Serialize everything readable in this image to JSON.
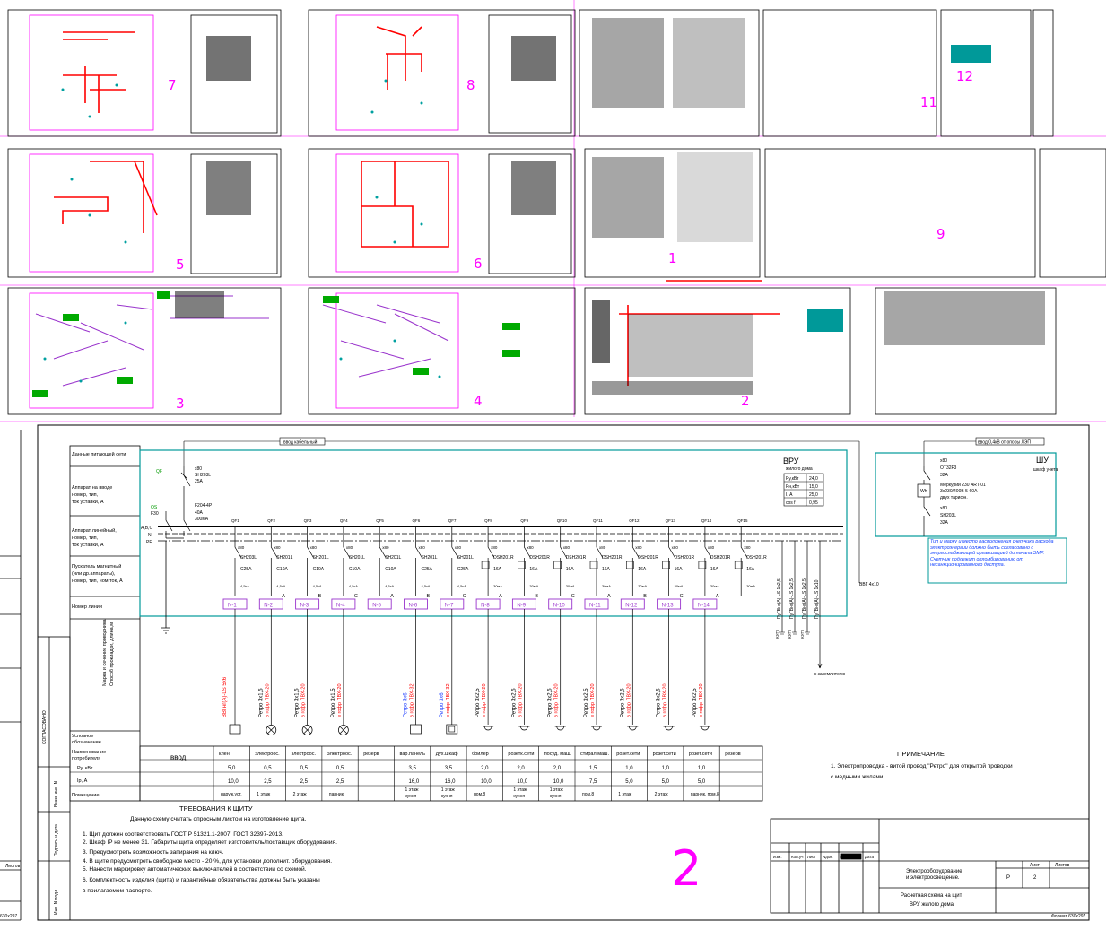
{
  "sheet_numbers": [
    "7",
    "8",
    "11",
    "12",
    "5",
    "6",
    "1",
    "9",
    "3",
    "4",
    "2"
  ],
  "big_sheet_number": "2",
  "colors": {
    "magenta": "#ff00ff",
    "red": "#ff0000",
    "cyan": "#00a0a0",
    "teal": "#009999",
    "blue": "#2040ff",
    "purple": "#9933cc",
    "green": "#00aa00"
  },
  "left_labels": {
    "supply_data": "Данные питающей сети",
    "input_device": [
      "Аппарат на вводе",
      "номер, тип,",
      "ток уставки, А"
    ],
    "line_device": [
      "Аппарат линейный,",
      "номер, тип,",
      "ток уставки, А"
    ],
    "starter": [
      "Пускатель магнитный",
      "(или др.аппараты),",
      "номер, тип, ном.ток, А"
    ],
    "line_number": "Номер линии",
    "cable_brand": [
      "Марка и сечение проводника",
      "Способ прокладки, длина,м"
    ],
    "designation": [
      "Условное",
      "обозначение"
    ],
    "consumer_name": [
      "Наименование",
      "потребителя"
    ],
    "room": "Помещение",
    "input": "ввод",
    "agreed": "СОГЛАСОВАНО",
    "inv_no": "Взам. инв. N",
    "sign_date": "Подпись и дата",
    "inv_orig": "Инв. N подл."
  },
  "power_rows": {
    "pu": "Ру, кВт",
    "ip": "Iр, А"
  },
  "top_labels": {
    "cable_input": "ввод кабельный",
    "overhead_input": "ввод 0,4кВ от опоры ЛЭП"
  },
  "vru": {
    "title": "ВРУ",
    "subtitle": "жилого дома",
    "params": [
      {
        "k": "Ру,кВт",
        "v": "24,0"
      },
      {
        "k": "Рн,кВт",
        "v": "15,0"
      },
      {
        "k": "I, А",
        "v": "25,0"
      },
      {
        "k": "cos f",
        "v": "0,95"
      }
    ],
    "qf_main": [
      "QF",
      "x80",
      "SH203L",
      "25A"
    ],
    "rcd_main": [
      "F204-4P",
      "40A",
      "300мА"
    ],
    "qf_fsd": [
      "QS",
      "F30"
    ],
    "buses": [
      "A,B,C",
      "N",
      "PE"
    ],
    "cable_out": "ВВГ 4х10",
    "to_ground": "к заземлителю"
  },
  "shu": {
    "title": "ШУ",
    "subtitle": "шкаф учета",
    "qs": [
      "x80",
      "OT32F3",
      "32A"
    ],
    "meter": [
      "Меркурий 230 ART-01",
      "3х230/400В 5-60А",
      "двух тарифн."
    ],
    "qf": [
      "x80",
      "SH203L",
      "32A"
    ],
    "wh": "Wh"
  },
  "note_blue": "Тип и марку и место расположения счетчика расхода электроэнергии должно быть согласовано с энергоснабжающей организацией до начала ЭМР. Счетчик подлежит опломбированию от несанкционированного доступа.",
  "lines": [
    {
      "qf": "QF1",
      "type": "SH203L",
      "amp": "C25A",
      "phase": "",
      "name": "N-1",
      "cable": "ВВГнг(А)-LS 5х6",
      "pipe": "",
      "cblue": false,
      "sym": "box",
      "cons": "клен",
      "pu": "5,0",
      "ip": "10,0",
      "room": "наруж.уст."
    },
    {
      "qf": "QF2",
      "type": "SH201L",
      "amp": "C10A",
      "phase": "A",
      "name": "N-2",
      "cable": "Ретро 3х1,5",
      "pipe": "в гофр ПВХ-20",
      "cblue": false,
      "sym": "lamp",
      "cons": "электроос.",
      "pu": "0,5",
      "ip": "2,5",
      "room": "1 этаж"
    },
    {
      "qf": "QF3",
      "type": "SH201L",
      "amp": "C10A",
      "phase": "B",
      "name": "N-3",
      "cable": "Ретро 3х1,5",
      "pipe": "в гофр ПВХ-20",
      "cblue": false,
      "sym": "lamp",
      "cons": "электроос.",
      "pu": "0,5",
      "ip": "2,5",
      "room": "2 этаж"
    },
    {
      "qf": "QF4",
      "type": "SH201L",
      "amp": "C10A",
      "phase": "C",
      "name": "N-4",
      "cable": "Ретро 3х1,5",
      "pipe": "в гофр ПВХ-20",
      "cblue": false,
      "sym": "lamp",
      "cons": "электроос.",
      "pu": "0,5",
      "ip": "2,5",
      "room": "парник"
    },
    {
      "qf": "QF5",
      "type": "SH201L",
      "amp": "C10A",
      "phase": "A",
      "name": "N-5",
      "cable": "",
      "pipe": "",
      "cblue": false,
      "sym": "none",
      "cons": "резерв",
      "pu": "",
      "ip": "",
      "room": ""
    },
    {
      "qf": "QF6",
      "type": "SH201L",
      "amp": "C25A",
      "phase": "B",
      "name": "N-6",
      "cable": "Ретро 3х6",
      "pipe": "в гофр ПВХ-32",
      "cblue": true,
      "sym": "box",
      "cons": "вар.панель",
      "pu": "3,5",
      "ip": "16,0",
      "room": "1 этаж кухня"
    },
    {
      "qf": "QF7",
      "type": "SH201L",
      "amp": "C25A",
      "phase": "C",
      "name": "N-7",
      "cable": "Ретро 3х6",
      "pipe": "в гофр ПВХ-32",
      "cblue": true,
      "sym": "box2",
      "cons": "дух.шкаф",
      "pu": "3,5",
      "ip": "16,0",
      "room": "1 этаж кухня"
    },
    {
      "qf": "QF8",
      "type": "DSH201R",
      "amp": "16A",
      "phase": "A",
      "name": "N-8",
      "cable": "Ретро 3х2,5",
      "pipe": "в гофр ПВХ-20",
      "cblue": false,
      "sym": "plug",
      "cons": "бойлер",
      "pu": "2,0",
      "ip": "10,0",
      "room": "пом.8"
    },
    {
      "qf": "QF9",
      "type": "DSH201R",
      "amp": "16A",
      "phase": "B",
      "name": "N-9",
      "cable": "Ретро 3х2,5",
      "pipe": "в гофр ПВХ-20",
      "cblue": false,
      "sym": "plug",
      "cons": "розетк.сети",
      "pu": "2,0",
      "ip": "10,0",
      "room": "1 этаж кухня"
    },
    {
      "qf": "QF10",
      "type": "DSH201R",
      "amp": "16A",
      "phase": "C",
      "name": "N-10",
      "cable": "Ретро 3х2,5",
      "pipe": "в гофр ПВХ-20",
      "cblue": false,
      "sym": "plug",
      "cons": "посуд. маш.",
      "pu": "2,0",
      "ip": "10,0",
      "room": "1 этаж кухня"
    },
    {
      "qf": "QF11",
      "type": "DSH201R",
      "amp": "16A",
      "phase": "A",
      "name": "N-11",
      "cable": "Ретро 3х2,5",
      "pipe": "в гофр ПВХ-20",
      "cblue": false,
      "sym": "plug",
      "cons": "стирал.маш.",
      "pu": "1,5",
      "ip": "7,5",
      "room": "пом.8"
    },
    {
      "qf": "QF12",
      "type": "DSH201R",
      "amp": "16A",
      "phase": "B",
      "name": "N-12",
      "cable": "Ретро 3х2,5",
      "pipe": "в гофр ПВХ-20",
      "cblue": false,
      "sym": "plug",
      "cons": "розет.сети",
      "pu": "1,0",
      "ip": "5,0",
      "room": "1 этаж"
    },
    {
      "qf": "QF13",
      "type": "DSH201R",
      "amp": "16A",
      "phase": "C",
      "name": "N-13",
      "cable": "Ретро 3х2,5",
      "pipe": "в гофр ПВХ-20",
      "cblue": false,
      "sym": "plug",
      "cons": "розет.сети",
      "pu": "1,0",
      "ip": "5,0",
      "room": "2 этаж"
    },
    {
      "qf": "QF14",
      "type": "DSH201R",
      "amp": "16A",
      "phase": "A",
      "name": "N-14",
      "cable": "Ретро 3х2,5",
      "pipe": "в гофр ПВХ-20",
      "cblue": false,
      "sym": "plug",
      "cons": "розет.сети",
      "pu": "1,0",
      "ip": "5,0",
      "room": "парник, пом.8"
    },
    {
      "qf": "QF15",
      "type": "DSH201R",
      "amp": "16A",
      "phase": "",
      "name": "",
      "cable": "",
      "pipe": "",
      "cblue": false,
      "sym": "none",
      "cons": "резерв",
      "pu": "",
      "ip": "",
      "room": ""
    }
  ],
  "kup": [
    {
      "cable": "ПуГВнг(А)-LS 1х2,5",
      "lbl": "КУП"
    },
    {
      "cable": "ПуГВнг(А)-LS 1х2,5",
      "lbl": "КУП"
    },
    {
      "cable": "ПуГВнг(А)-LS 1х2,5",
      "lbl": "КУП"
    },
    {
      "cable": "ПуГВнг(А)-LS 1х10",
      "lbl": ""
    }
  ],
  "note": {
    "title": "ПРИМЕЧАНИЕ",
    "text": [
      "1. Электропроводка - витой провод \"Ретро\" для открытой проводки",
      "с медными жилами."
    ]
  },
  "req": {
    "title": "ТРЕБОВАНИЯ К ЩИТУ",
    "sub": "Данную схему считать опросным листом на изготовление щита.",
    "items": [
      "1. Щит должен соответствовать ГОСТ Р 51321.1-2007, ГОСТ 32397-2013.",
      "2. Шкаф IP не менее 31. Габариты щита определяет изготовитель/поставщик оборудования.",
      "3. Предусмотреть возможность запирания на ключ.",
      "4. В щите предусмотреть свободное место - 20 %, для установки дополнит. оборудования.",
      "5. Нанести маркировку автоматических выключателей в соответствии со схемой.",
      "6. Комплектность изделия (щита) и гарантийные обязательства должны быть указаны",
      "в прилагаемом паспорте."
    ]
  },
  "stamp": {
    "heads": [
      "Изм.",
      "Кол.уч",
      "Лист",
      "Nдок.",
      "Подпись",
      "Дата"
    ],
    "project": [
      "Электрооборудование",
      "и электроосвещение."
    ],
    "title": [
      "Расчетная схема на щит",
      "ВРУ жилого дома"
    ],
    "stage_h": "",
    "sheet_h": "Лист",
    "sheets_h": "Листов",
    "stage": "Р",
    "sheet": "2",
    "format": "Формат 630х297"
  },
  "left_frag": {
    "sheets": "Листов",
    "format": "630х297"
  }
}
